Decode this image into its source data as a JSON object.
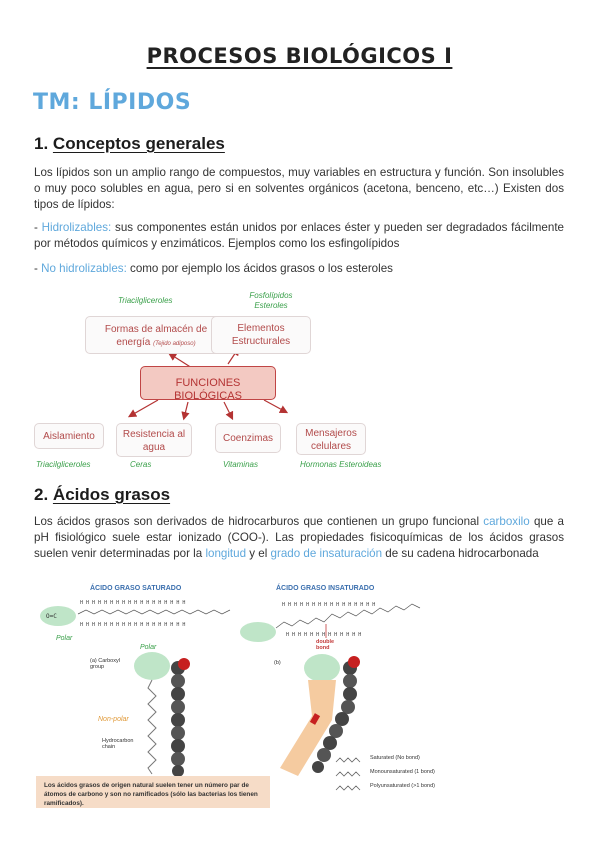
{
  "header": {
    "title": "PROCESOS BIOLÓGICOS I",
    "topic": "TM: LÍPIDOS"
  },
  "section1": {
    "number": "1.",
    "title": "Conceptos generales",
    "intro": "Los lípidos son un amplio rango de compuestos, muy variables en estructura y función. Son insolubles o muy poco solubles en agua, pero si en solventes orgánicos (acetona, benceno, etc…) Existen dos tipos de lípidos:",
    "item1_prefix": "- ",
    "item1_term": "Hidrolizables:",
    "item1_text": " sus componentes están unidos por enlaces éster y pueden ser degradados fácilmente por métodos químicos y enzimáticos. Ejemplos como los esfingolípidos",
    "item2_prefix": "- ",
    "item2_term": "No hidrolizables:",
    "item2_text": " como por ejemplo los ácidos grasos o los esteroles"
  },
  "diagram": {
    "center": "FUNCIONES BIOLÓGICAS",
    "top_left": "Formas de almacén de energía",
    "top_left_note": "(Tejido adiposo)",
    "top_left_caption": "Triacilgliceroles",
    "top_right": "Elementos Estructurales",
    "top_right_caption": "Fosfolípidos Esteroles",
    "b1": "Aislamiento",
    "b1_caption": "Triacilgliceroles",
    "b2": "Resistencia al agua",
    "b2_caption": "Ceras",
    "b3": "Coenzimas",
    "b3_caption": "Vitaminas",
    "b4": "Mensajeros celulares",
    "b4_caption": "Hormonas Esteroideas",
    "colors": {
      "accent": "#b43333",
      "fill": "#f3c9c2",
      "caption": "#3aa04a"
    }
  },
  "section2": {
    "number": "2.",
    "title": "Ácidos grasos",
    "p1_a": "Los ácidos grasos son derivados de hidrocarburos que contienen un grupo funcional ",
    "p1_b": "carboxilo",
    "p1_c": " que a pH fisiológico suele estar ionizado (COO-). Las propiedades fisicoquímicas de los ácidos grasos suelen venir determinadas por la ",
    "p1_d": "longitud",
    "p1_e": " y el ",
    "p1_f": "grado de insaturación",
    "p1_g": " de su cadena hidrocarbonada"
  },
  "figure": {
    "saturated_title": "ÁCIDO GRASO SATURADO",
    "unsaturated_title": "ÁCIDO GRASO INSATURADO",
    "polar_1": "Polar",
    "polar_2": "Polar",
    "nonpolar": "Non-polar",
    "carboxyl": "(a) Carboxyl group",
    "hydrocarbon": "Hydrocarbon chain",
    "b_label": "(b)",
    "double_bond": "double bond",
    "legend_sat": "Saturated",
    "legend_sat_note": "(No bond)",
    "legend_mono": "Monounsaturated",
    "legend_mono_note": "(1 bond)",
    "legend_poly": "Polyunsaturated",
    "legend_poly_note": "(>1 bond)",
    "note": "Los ácidos grasos de origen natural suelen tener un número par de átomos de carbono y son no ramificados (sólo las bacterias los tienen ramificados)."
  }
}
